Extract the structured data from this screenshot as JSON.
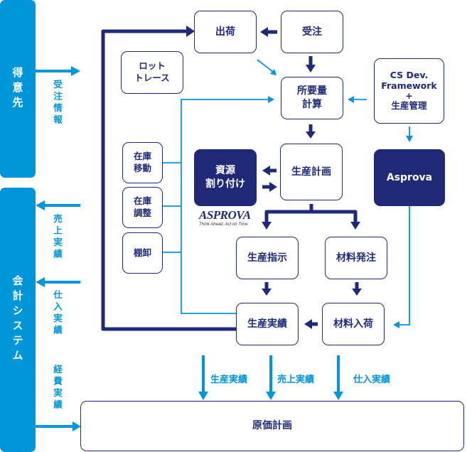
{
  "side_blocks": {
    "customer": "得意先",
    "accounting": "会計システム"
  },
  "flow_labels": {
    "order_info": "受注情報",
    "sales_results_left": "売上実績",
    "purchase_results_left": "仕入実績",
    "expense_results": "経費実績",
    "production_results_bottom": "生産実績",
    "sales_results_bottom": "売上実績",
    "purchase_results_bottom": "仕入実績"
  },
  "boxes": {
    "shipping": "出荷",
    "order": "受注",
    "lot_trace": "ロット\nトレース",
    "requirements_calc": "所要量\n計算",
    "cs_framework": "CS Dev.\nFramework\n+\n生産管理",
    "stock_move": "在庫\n移動",
    "stock_adjust": "在庫\n調整",
    "inventory_count": "棚卸",
    "resource_allocation": "資源\n割り付け",
    "production_plan": "生産計画",
    "asprova": "Asprova",
    "production_instruction": "生産指示",
    "material_order": "材料発注",
    "production_results": "生産実績",
    "material_receipt": "材料入荷",
    "cost_plan": "原価計画"
  },
  "logo": {
    "name": "ASPROVA",
    "tagline": "Think Ahead, Act on Time"
  },
  "colors": {
    "navy": "#1e2a78",
    "blue": "#0096d9"
  }
}
